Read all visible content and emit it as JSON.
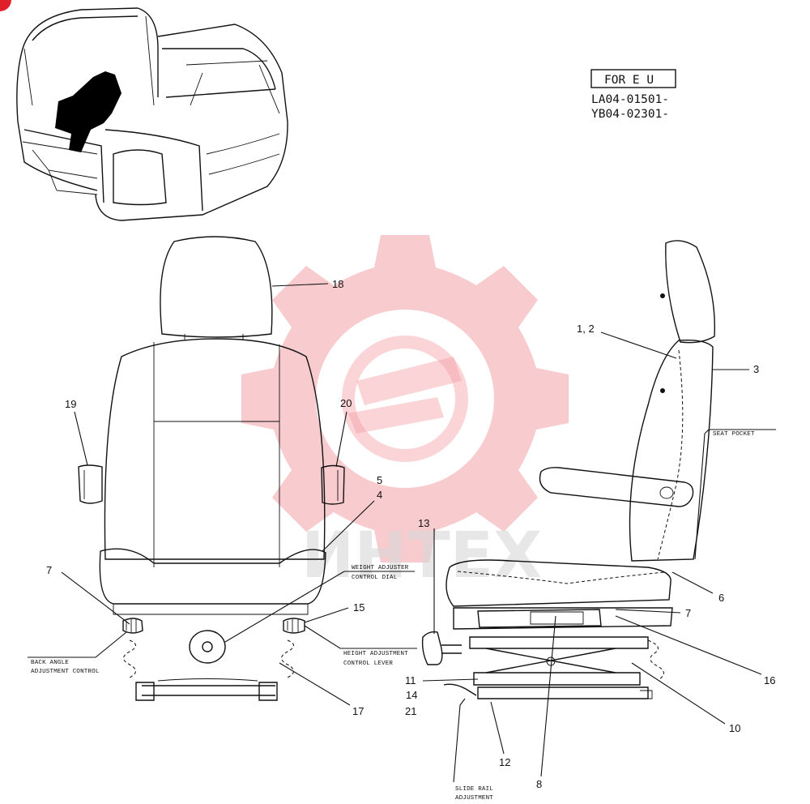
{
  "callouts": {
    "c18": "18",
    "c12": "1, 2",
    "c3": "3",
    "c19": "19",
    "c20": "20",
    "c5": "5",
    "c4": "4",
    "c7a": "7",
    "c15": "15",
    "c17": "17",
    "c13": "13",
    "c6": "6",
    "c7b": "7",
    "c16": "16",
    "c11": "11",
    "c14": "14",
    "c21": "21",
    "c10": "10",
    "c12b": "12",
    "c8": "8"
  },
  "labels": {
    "seat_pocket": "SEAT POCKET",
    "weight_dial_1": "WEIGHT ADJUSTER",
    "weight_dial_2": "CONTROL DIAL",
    "back_angle_1": "BACK ANGLE",
    "back_angle_2": "ADJUSTMENT CONTROL",
    "height_lever_1": "HEIGHT ADJUSTMENT",
    "height_lever_2": "CONTROL LEVER",
    "slide_rail_1": "SLIDE RAIL",
    "slide_rail_2": "ADJUSTMENT"
  },
  "serial_box": {
    "label": "FOR E U",
    "line1": "LA04-01501-",
    "line2": "YB04-02301-"
  },
  "watermark": {
    "text": "ИНТЕХ",
    "color": "#f3a0a6"
  },
  "colors": {
    "line": "#111111",
    "background": "#ffffff",
    "highlight": "#000000"
  }
}
